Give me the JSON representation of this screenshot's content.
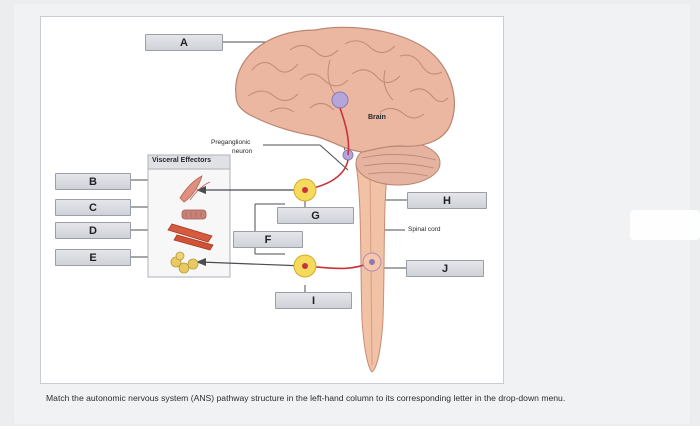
{
  "letters": {
    "A": "A",
    "B": "B",
    "C": "C",
    "D": "D",
    "E": "E",
    "F": "F",
    "G": "G",
    "H": "H",
    "I": "I",
    "J": "J"
  },
  "labels": {
    "brain": "Brain",
    "preganglionic_line1": "Preganglionic",
    "preganglionic_line2": "neuron",
    "visceral_effectors": "Visceral Effectors",
    "spinal_cord": "Spinal cord"
  },
  "instructions": "Match the autonomic nervous system (ANS) pathway structure in the left-hand column to its corresponding letter in the drop-down menu.",
  "colors": {
    "brain_pink": "#e9b49d",
    "spinal_cord": "#f1c2a6",
    "ganglion_yellow": "#f5da5e",
    "nerve_red": "#c8323c",
    "label_box": "#d8dade"
  }
}
